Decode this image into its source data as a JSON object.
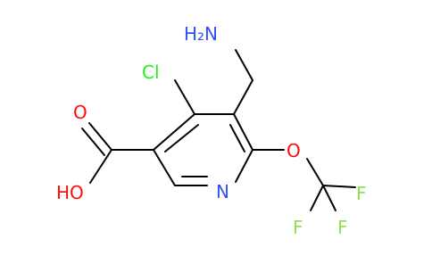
{
  "molecule": {
    "atoms": {
      "amine_h2n": "H₂N",
      "chlorine": "Cl",
      "ring_nitrogen": "N",
      "ether_oxygen": "O",
      "carbonyl_oxygen": "O",
      "hydroxyl": "HO",
      "fluorine_top_right": "F",
      "fluorine_left": "F",
      "fluorine_bottom_right": "F"
    },
    "colors": {
      "bond": "#000000",
      "nitrogen": "#3050F8",
      "oxygen": "#FF0D0D",
      "chlorine": "#1FF01F",
      "fluorine": "#90E050"
    }
  }
}
